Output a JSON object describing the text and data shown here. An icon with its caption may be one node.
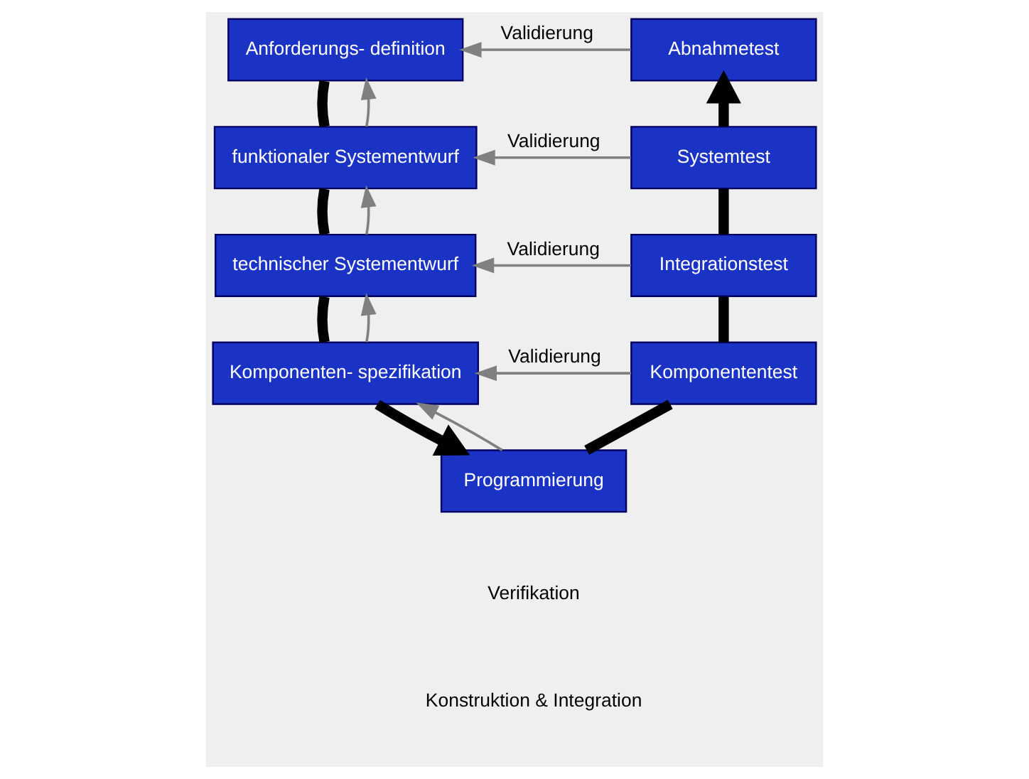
{
  "diagram": {
    "nodes": [
      {
        "text": [
          "Anforderungs- definition"
        ]
      },
      {
        "text": [
          "funktionaler Systementwurf"
        ]
      },
      {
        "text": [
          "technischer Systementwurf"
        ]
      },
      {
        "text": [
          "Komponenten- spezifikation"
        ]
      },
      {
        "text": [
          "Programmierung"
        ]
      },
      {
        "text": [
          "Komponententest"
        ]
      },
      {
        "text": [
          "Integrationstest"
        ]
      },
      {
        "text": [
          "Systemtest"
        ]
      },
      {
        "text": [
          "Abnahmetest"
        ]
      }
    ],
    "edges": [
      {
        "from": 0,
        "to": 1,
        "arrow": "none",
        "style": "thick"
      },
      {
        "from": 1,
        "to": 2,
        "arrow": "none",
        "style": "thick"
      },
      {
        "from": 2,
        "to": 3,
        "arrow": "none",
        "style": "thick"
      },
      {
        "from": 3,
        "to": 4,
        "arrow": "to",
        "style": "thick"
      },
      {
        "from": 4,
        "to": 5,
        "arrow": "none",
        "style": "thick"
      },
      {
        "from": 5,
        "to": 6,
        "arrow": "none",
        "style": "thick"
      },
      {
        "from": 6,
        "to": 7,
        "arrow": "none",
        "style": "thick"
      },
      {
        "from": 7,
        "to": 8,
        "arrow": "to",
        "style": "thick"
      },
      {
        "from": 8,
        "to": 0,
        "arrow": "to",
        "label": "Validierung",
        "color": "#808080"
      },
      {
        "from": 7,
        "to": 1,
        "arrow": "to",
        "label": "Validierung",
        "color": "#808080"
      },
      {
        "from": 6,
        "to": 2,
        "arrow": "to",
        "label": "Validierung",
        "color": "#808080"
      },
      {
        "from": 5,
        "to": 3,
        "arrow": "to",
        "label": "Validierung",
        "color": "#808080"
      },
      {
        "from": 1,
        "to": 0,
        "arrow": "to",
        "color": "#808080"
      },
      {
        "from": 2,
        "to": 1,
        "arrow": "to",
        "color": "#808080"
      },
      {
        "from": 3,
        "to": 2,
        "arrow": "to",
        "color": "#808080"
      },
      {
        "from": 4,
        "to": 3,
        "arrow": "to",
        "color": "#808080"
      }
    ],
    "legend": [
      {
        "text": "Verifikation"
      },
      {
        "text": "Konstruktion & Integration"
      }
    ]
  }
}
